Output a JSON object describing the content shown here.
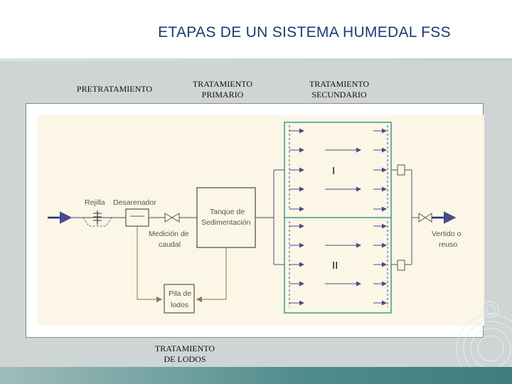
{
  "title": "ETAPAS DE UN SISTEMA HUMEDAL FSS",
  "stages": {
    "pretratamiento": "PRETRATAMIENTO",
    "primario_l1": "TRATAMIENTO",
    "primario_l2": "PRIMARIO",
    "secundario_l1": "TRATAMIENTO",
    "secundario_l2": "SECUNDARIO",
    "lodos_l1": "TRATAMIENTO",
    "lodos_l2": "DE LODOS"
  },
  "diagram": {
    "rejilla": "Rejilla",
    "desarenador": "Desarenador",
    "medicion_l1": "Medición de",
    "medicion_l2": "caudal",
    "tanque_l1": "Tanque de",
    "tanque_l2": "Sedimentación",
    "pila_l1": "Pila de",
    "pila_l2": "lodos",
    "cell_1": "I",
    "cell_2": "II",
    "vertido_l1": "Vertido o",
    "vertido_l2": "reuso"
  },
  "colors": {
    "title": "#1a3b73",
    "wetland_border": "#3b9c8c",
    "flow_line": "#6a6a8a",
    "sludge_line": "#a08a6a",
    "arrow": "#4a4a8a",
    "background": "#cfd4d4",
    "bottom_band": "#4f8c8c"
  }
}
